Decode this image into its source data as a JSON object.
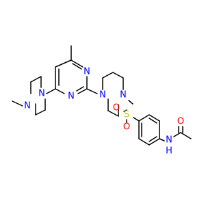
{
  "colors": {
    "background": "#ffffff",
    "bond": "#000000",
    "nitrogen": "#0000ff",
    "oxygen": "#ff0000",
    "sulfur": "#cccc00",
    "hydrogen": "#0000ff"
  },
  "atoms": {
    "n_methylpiperazine_top": "N",
    "n_methylpiperazine_bottom": "N",
    "n_pyrimidine_left": "N",
    "n_pyrimidine_right": "N",
    "n_piperazine_left": "N",
    "n_piperazine_right": "N",
    "sulfonyl_s": "S",
    "sulfonyl_o_top": "O",
    "sulfonyl_o_bottom": "O",
    "amide_n": "N",
    "amide_h": "H",
    "carbonyl_o": "O"
  }
}
